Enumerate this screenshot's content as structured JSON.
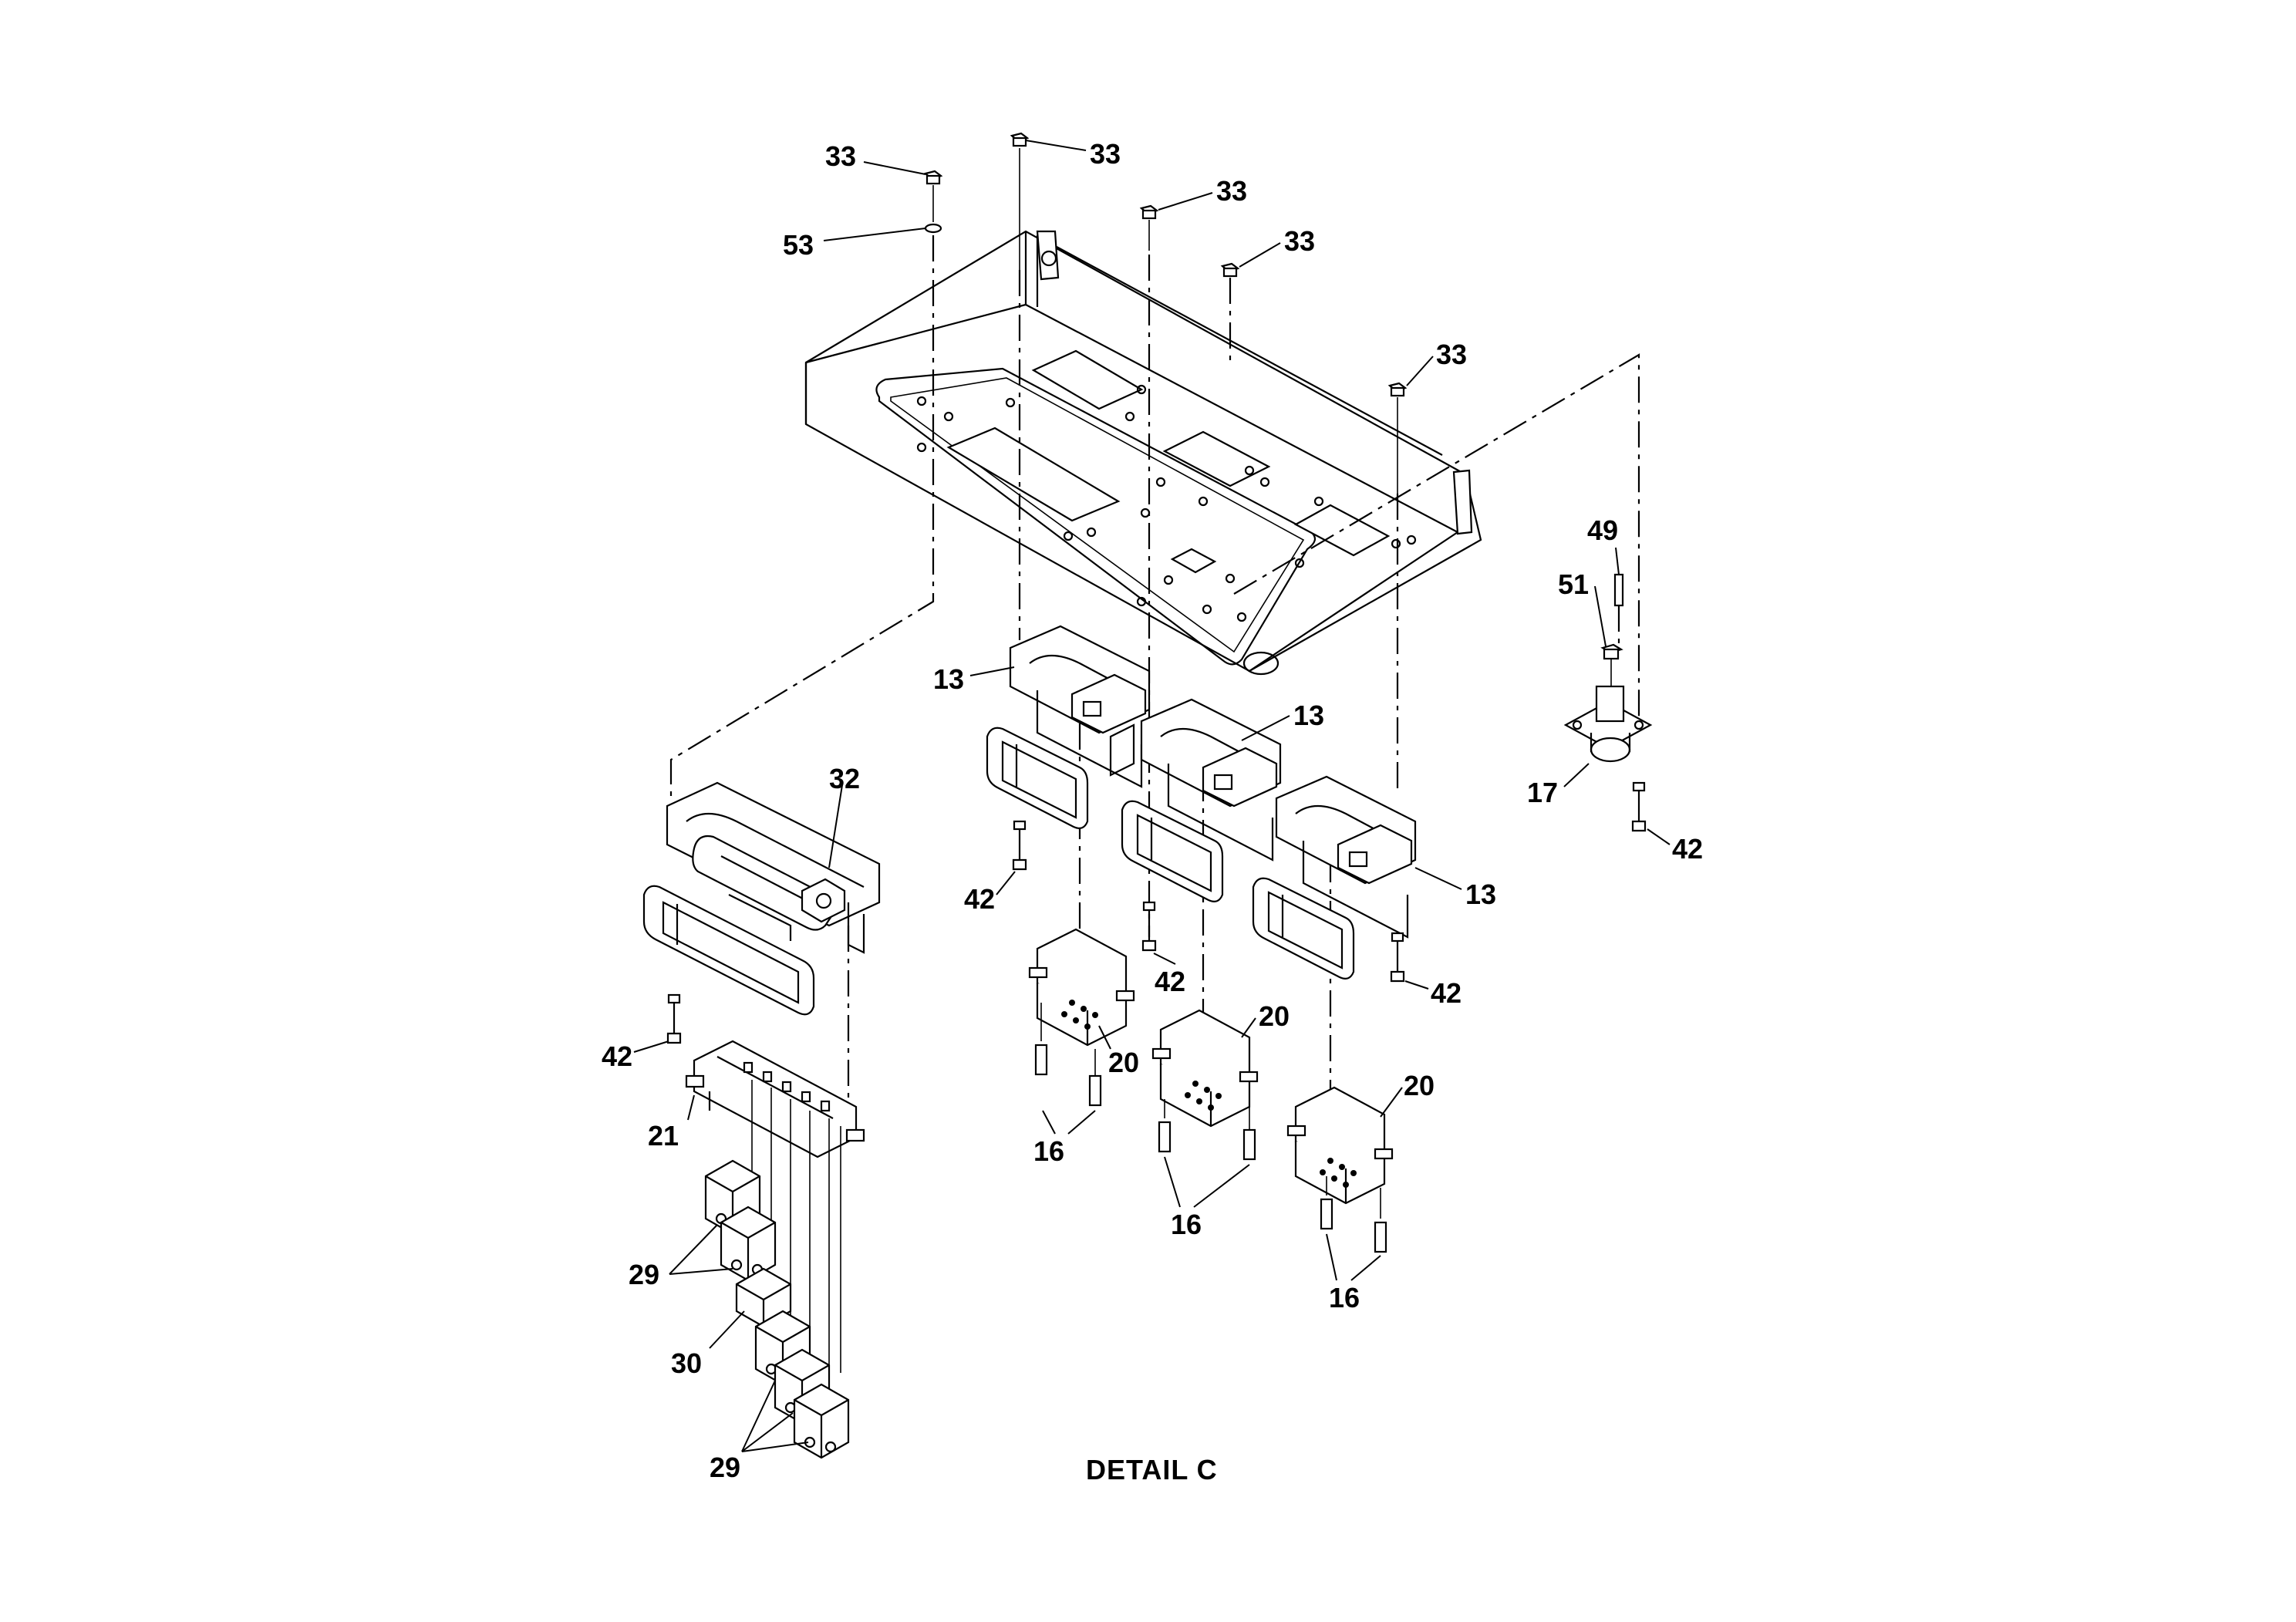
{
  "title": "DETAIL C",
  "callouts": {
    "n33a": "33",
    "n33b": "33",
    "n33c": "33",
    "n33d": "33",
    "n33e": "33",
    "n53": "53",
    "n13a": "13",
    "n13b": "13",
    "n13c": "13",
    "n32": "32",
    "n42a": "42",
    "n42b": "42",
    "n42c": "42",
    "n42d": "42",
    "n42e": "42",
    "n49": "49",
    "n51": "51",
    "n17": "17",
    "n20a": "20",
    "n20b": "20",
    "n20c": "20",
    "n16a": "16",
    "n16b": "16",
    "n16c": "16",
    "n21": "21",
    "n29a": "29",
    "n29b": "29",
    "n30": "30"
  }
}
